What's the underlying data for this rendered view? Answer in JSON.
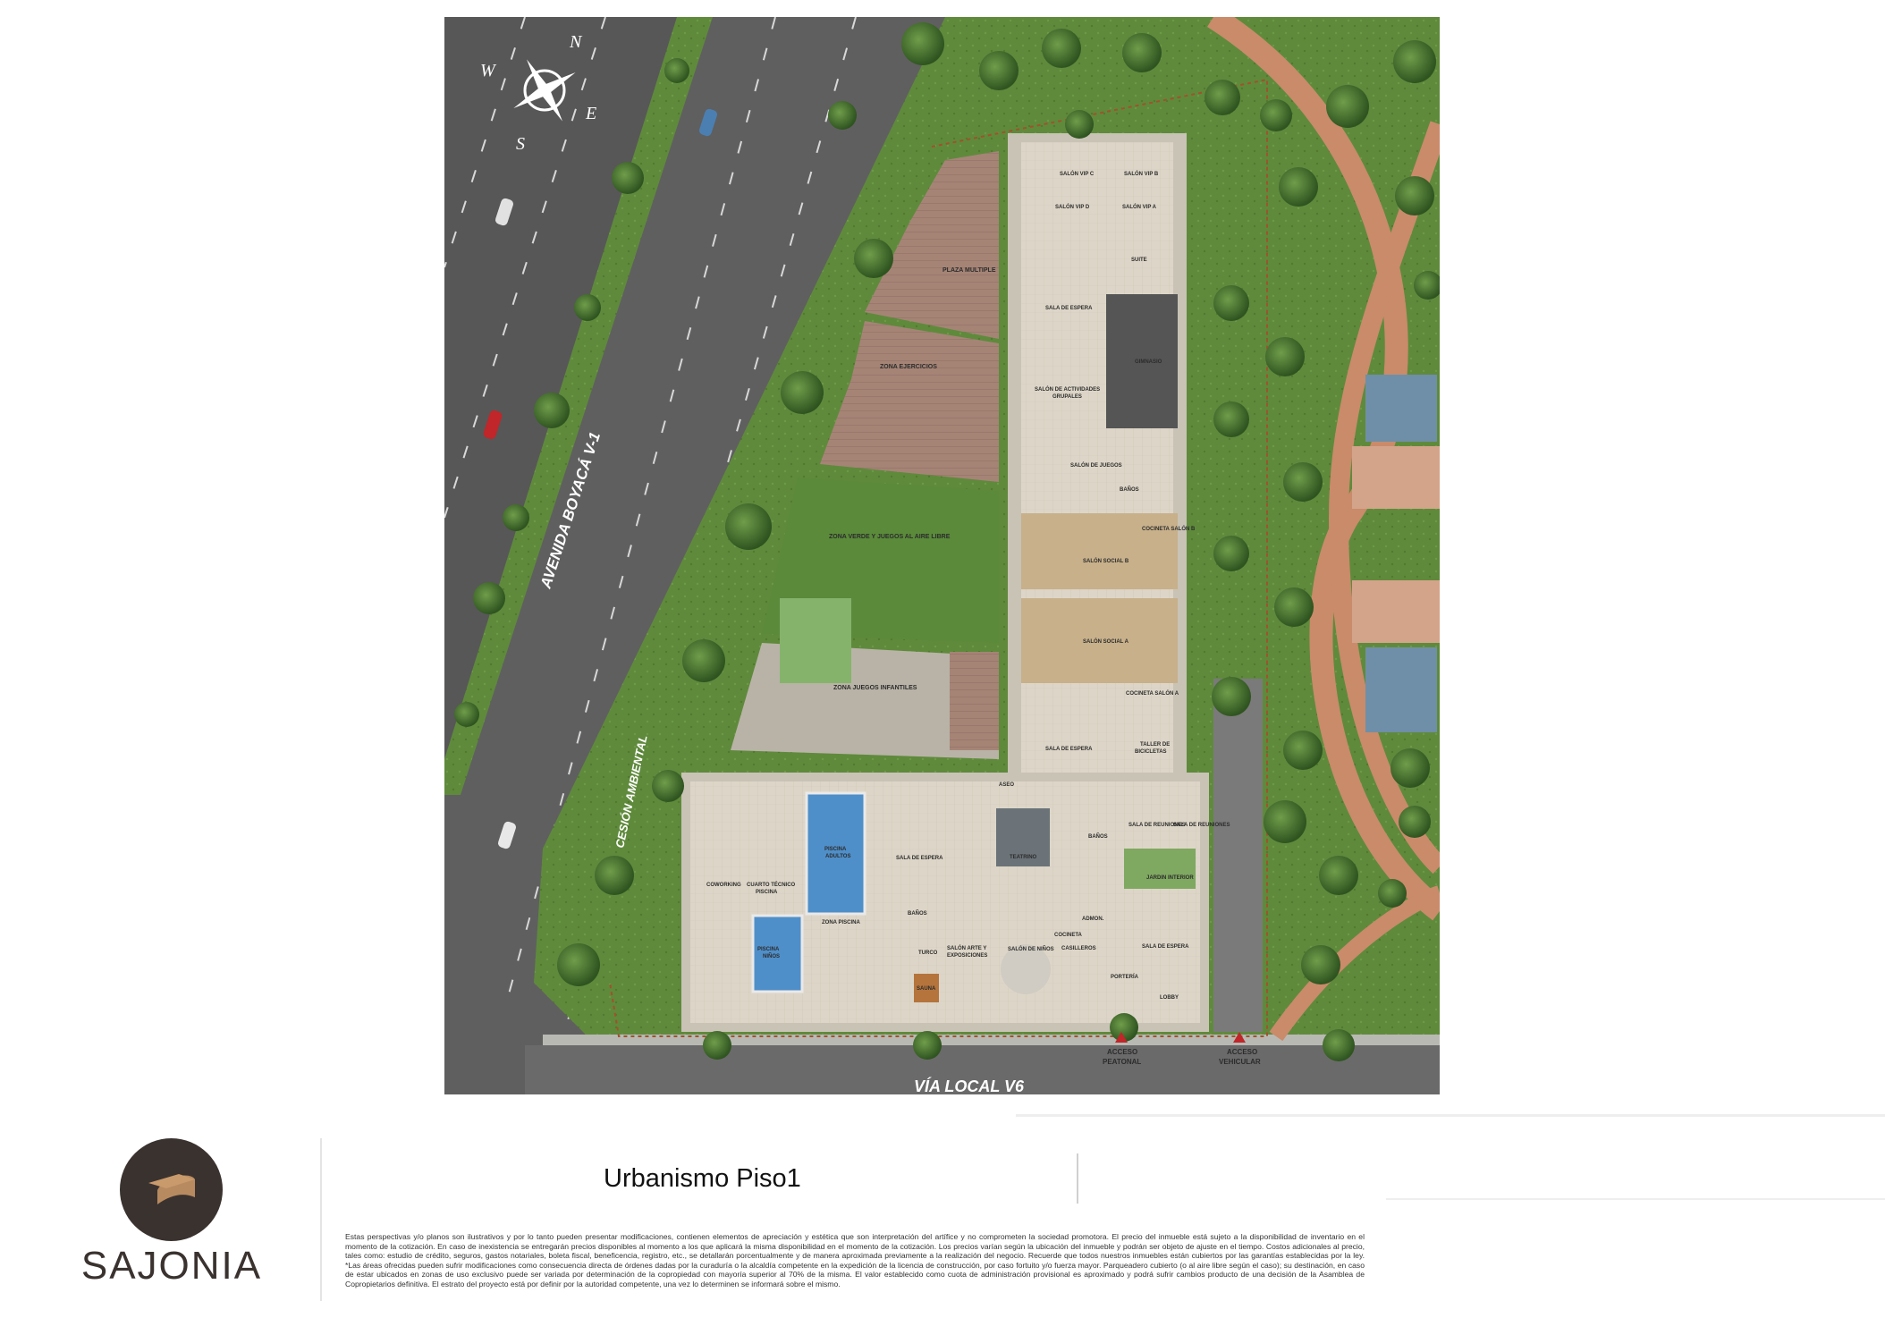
{
  "compass": {
    "n": "N",
    "e": "E",
    "s": "S",
    "w": "W"
  },
  "roads": {
    "avenue": "AVENIDA BOYACÁ V-1",
    "local": "VÍA LOCAL V6",
    "cesion": "CESIÓN AMBIENTAL"
  },
  "access": {
    "pedestrian_1": "ACCESO",
    "pedestrian_2": "PEATONAL",
    "vehicular_1": "ACCESO",
    "vehicular_2": "VEHICULAR"
  },
  "zones": {
    "salon_vip_c": "SALÓN VIP C",
    "salon_vip_b": "SALÓN VIP B",
    "salon_vip_d": "SALÓN VIP D",
    "salon_vip_a": "SALÓN VIP A",
    "suite": "SUITE",
    "plaza_multiple": "PLAZA MULTIPLE",
    "sala_espera_1": "SALA DE ESPERA",
    "gimnasio": "GIMNASIO",
    "zona_ejercicios": "ZONA EJERCICIOS",
    "salon_actividades_1": "SALÓN DE ACTIVIDADES",
    "salon_actividades_2": "GRUPALES",
    "salon_juegos": "SALÓN DE JUEGOS",
    "banos_1": "BAÑOS",
    "cocineta_1": "COCINETA SALÓN B",
    "zona_verde": "ZONA VERDE Y JUEGOS AL AIRE LIBRE",
    "salon_social_b": "SALÓN SOCIAL B",
    "salon_social_a": "SALÓN SOCIAL A",
    "zona_juegos_infantiles": "ZONA JUEGOS INFANTILES",
    "cocineta_2": "COCINETA SALÓN A",
    "sala_espera_2": "SALA DE ESPERA",
    "taller_1": "TALLER DE",
    "taller_2": "BICICLETAS",
    "aseo": "ASEO",
    "sala_reuniones_1": "SALA DE REUNIONES",
    "sala_reuniones_2": "SALA DE REUNIONES",
    "banos_2": "BAÑOS",
    "piscina_adultos_1": "PISCINA",
    "piscina_adultos_2": "ADULTOS",
    "sala_espera_3": "SALA DE ESPERA",
    "teatrino": "TEATRINO",
    "coworking": "COWORKING",
    "cuarto_tecnico_1": "CUARTO TÉCNICO",
    "cuarto_tecnico_2": "PISCINA",
    "jardin_interior": "JARDIN INTERIOR",
    "zona_piscina": "ZONA PISCINA",
    "banos_3": "BAÑOS",
    "admon": "ADMON.",
    "piscina_ninos_1": "PISCINA",
    "piscina_ninos_2": "NIÑOS",
    "turco": "TURCO",
    "salon_arte_1": "SALÓN ARTE Y",
    "salon_arte_2": "EXPOSICIONES",
    "salon_ninos": "SALÓN DE NIÑOS",
    "cocineta_3": "COCINETA",
    "casilleros": "CASILLEROS",
    "sala_espera_4": "SALA DE ESPERA",
    "sauna": "SAUNA",
    "porteria": "PORTERÍA",
    "lobby": "LOBBY"
  },
  "footer": {
    "brand": "SAJONIA",
    "title": "Urbanismo Piso1",
    "disclaimer": "Estas perspectivas y/o planos son ilustrativos y por lo tanto pueden presentar modificaciones, contienen elementos de apreciación y estética que son interpretación del artífice y no comprometen la sociedad promotora. El precio del inmueble está sujeto a la disponibilidad de inventario en el momento de la cotización. En caso de inexistencia se entregarán precios disponibles al momento a los que aplicará la misma disponibilidad en el momento de la cotización. Los precios varían según la ubicación del inmueble y podrán ser objeto de ajuste en el tiempo. Costos adicionales al precio, tales como: estudio de crédito, seguros, gastos notariales, boleta fiscal, beneficencia, registro, etc., se detallarán porcentualmente y de manera aproximada previamente a la realización del negocio. Recuerde que todos nuestros inmuebles están cubiertos por las garantías establecidas por la ley. *Las áreas ofrecidas pueden sufrir modificaciones como consecuencia directa de órdenes dadas por la curaduría o la alcaldía competente en la expedición de la licencia de construcción, por caso fortuito y/o fuerza mayor. Parqueadero cubierto (o al aire libre según el caso); su destinación, en caso de estar ubicados en zonas de uso exclusivo puede ser variada por determinación de la copropiedad con mayoría superior al 70% de la misma. El valor establecido como cuota de administración provisional es aproximado y podrá sufrir cambios producto de una decisión de la Asamblea de Copropietarios definitiva. El estrato del proyecto está por definir por la autoridad competente, una vez lo determinen se informará sobre el mismo."
  },
  "colors": {
    "asphalt": "#5c5c5c",
    "lawn": "#5f8a3c",
    "tree": "#3f6b2c",
    "building_floor": "#d9d2c4",
    "pool": "#4f8fc9",
    "deck": "#a8877a",
    "path": "#c98b6a",
    "logo": "#3a322f"
  }
}
